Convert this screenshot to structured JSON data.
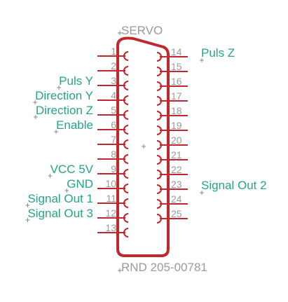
{
  "component": {
    "name": "SERVO",
    "value": "RND 205-00781"
  },
  "colors": {
    "body": "#c1272d",
    "pin_number": "#9a9a9a",
    "net_label": "#26a484",
    "attribute_text": "#9a9a9a",
    "origin_mark": "#8a8a8a"
  },
  "pins_left": [
    "1",
    "2",
    "3",
    "4",
    "5",
    "6",
    "7",
    "8",
    "9",
    "10",
    "11",
    "12",
    "13"
  ],
  "pins_right": [
    "14",
    "15",
    "16",
    "17",
    "18",
    "19",
    "20",
    "21",
    "22",
    "23",
    "24",
    "25"
  ],
  "nets_left": [
    {
      "pin": "3",
      "label": "Puls Y"
    },
    {
      "pin": "4",
      "label": "Direction Y"
    },
    {
      "pin": "5",
      "label": "Direction Z"
    },
    {
      "pin": "6",
      "label": "Enable"
    },
    {
      "pin": "9",
      "label": "VCC 5V"
    },
    {
      "pin": "10",
      "label": "GND"
    },
    {
      "pin": "11",
      "label": "Signal Out 1"
    },
    {
      "pin": "12",
      "label": "Signal Out 3"
    }
  ],
  "nets_right": [
    {
      "pin": "14",
      "label": "Puls Z"
    },
    {
      "pin": "23",
      "label": "Signal Out 2"
    }
  ]
}
